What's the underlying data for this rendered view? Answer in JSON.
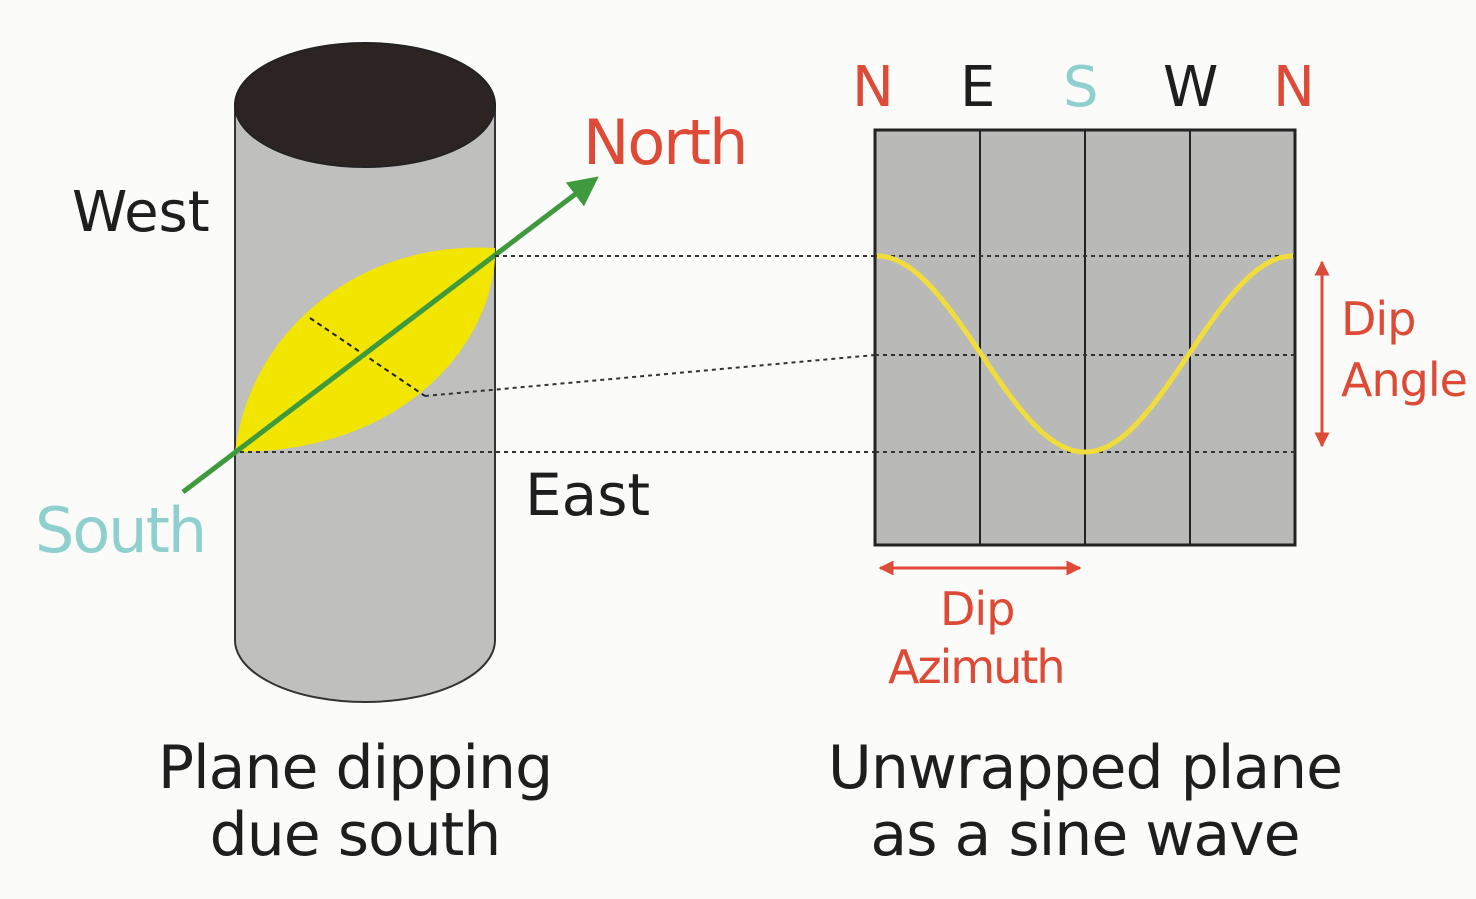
{
  "left": {
    "labels": {
      "north": "North",
      "south": "South",
      "west": "West",
      "east": "East"
    },
    "caption_line1": "Plane dipping",
    "caption_line2": "due south"
  },
  "right": {
    "compass": [
      "N",
      "E",
      "S",
      "W",
      "N"
    ],
    "dip_angle_line1": "Dip",
    "dip_angle_line2": "Angle",
    "dip_azimuth_line1": "Dip",
    "dip_azimuth_line2": "Azimuth",
    "caption_line1": "Unwrapped plane",
    "caption_line2": "as a sine wave"
  },
  "colors": {
    "cylinder_fill": "#bfbfbe",
    "cylinder_top": "#2b2422",
    "plane_fill": "#f2e600",
    "arrow_green": "#3f9a3e",
    "red": "#dd4a35",
    "teal": "#8fd0cf",
    "panel_fill": "#b9b9b8",
    "sine": "#f0dc3a"
  }
}
